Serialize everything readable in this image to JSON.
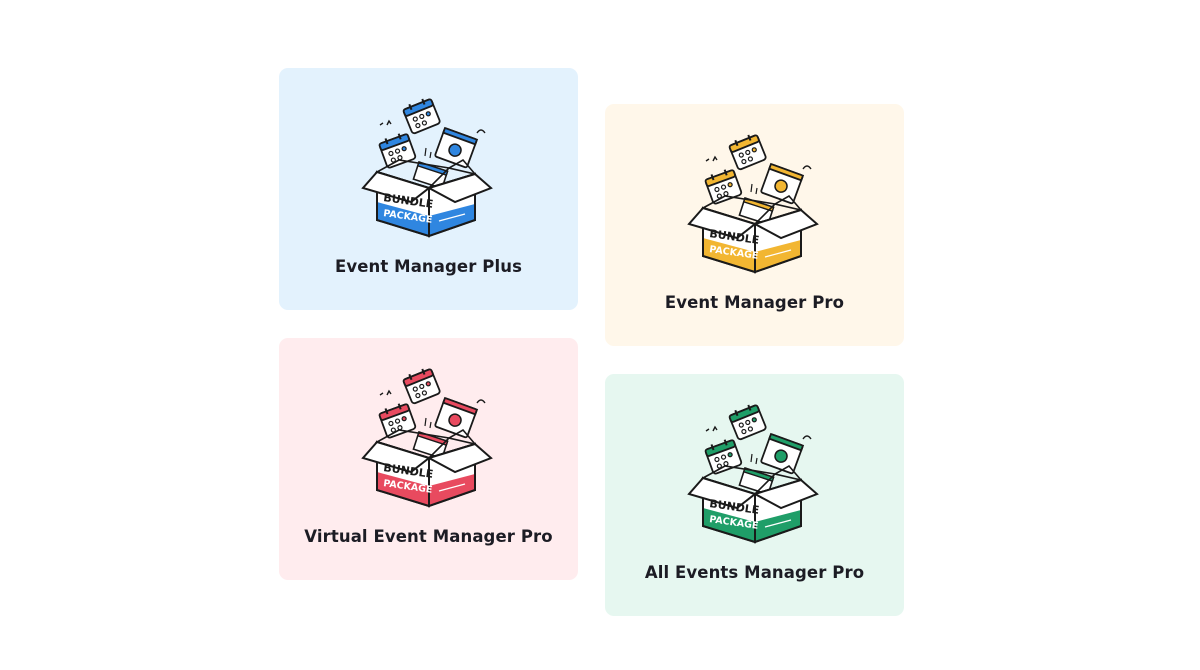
{
  "products": [
    {
      "title": "Event Manager Plus",
      "background": "#e3f2fd",
      "accent": "#2f86e0",
      "box": {
        "top_label": "BUNDLE",
        "bottom_label": "PACKAGE"
      },
      "icons": [
        "calendar-icon",
        "ticket-tag-icon",
        "map-pin-icon",
        "browser-window-icon"
      ]
    },
    {
      "title": "Event Manager Pro",
      "background": "#fff7ea",
      "accent": "#f2b632",
      "box": {
        "top_label": "BUNDLE",
        "bottom_label": "PACKAGE"
      },
      "icons": [
        "calendar-icon",
        "star-ticket-icon",
        "envelope-icon",
        "browser-window-icon"
      ]
    },
    {
      "title": "Virtual Event Manager Pro",
      "background": "#ffecee",
      "accent": "#e84a5f",
      "box": {
        "top_label": "BUNDLE",
        "bottom_label": "PACKAGE"
      },
      "icons": [
        "zoom-video-icon",
        "live-stream-icon",
        "calendar-clock-icon",
        "browser-window-icon"
      ]
    },
    {
      "title": "All Events Manager Pro",
      "background": "#e6f7f0",
      "accent": "#1f9e68",
      "box": {
        "top_label": "BUNDLE",
        "bottom_label": "PACKAGE"
      },
      "icons": [
        "calendar-attendee-icon",
        "seat-map-icon",
        "dollar-payment-icon",
        "browser-window-icon"
      ]
    }
  ]
}
